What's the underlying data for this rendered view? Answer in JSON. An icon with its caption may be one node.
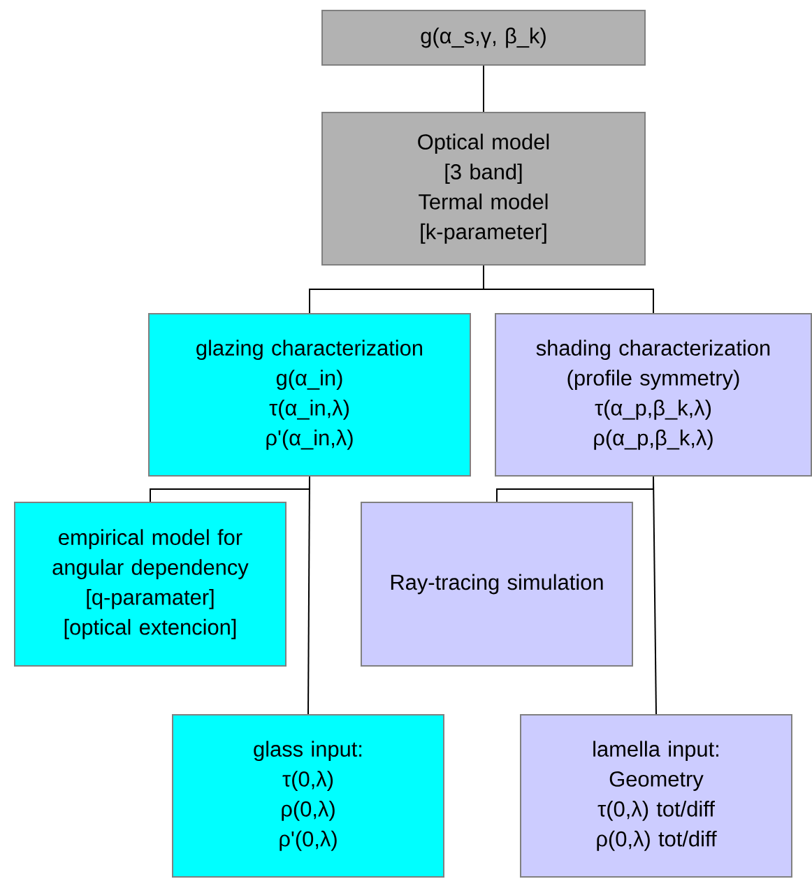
{
  "diagram": {
    "nodes": [
      {
        "text": [
          "g(α_s,γ, β_k)"
        ]
      },
      {
        "text": [
          "Optical model",
          "[3 band]",
          "Termal model",
          "[k-parameter]"
        ]
      },
      {
        "text": [
          "glazing characterization",
          "g(α_in)",
          "τ(α_in,λ)",
          "ρ'(α_in,λ)"
        ]
      },
      {
        "text": [
          "shading characterization (profile symmetry)",
          "τ(α_p,β_k,λ)",
          "ρ(α_p,β_k,λ)"
        ]
      },
      {
        "text": [
          "empirical model for angular dependency",
          "[q-paramater]",
          "[optical extencion]"
        ]
      },
      {
        "text": [
          "Ray-tracing simulation"
        ]
      },
      {
        "text": [
          "glass input:",
          "τ(0,λ)",
          "ρ(0,λ)",
          "ρ'(0,λ)"
        ]
      },
      {
        "text": [
          "lamella input:",
          "Geometry",
          "τ(0,λ) tot/diff",
          "ρ(0,λ) tot/diff"
        ]
      }
    ],
    "edges": [
      {
        "from": 0,
        "to": 1,
        "arrow": "none"
      },
      {
        "from": 1,
        "to": 2,
        "arrow": "none"
      },
      {
        "from": 1,
        "to": 3,
        "arrow": "none"
      },
      {
        "from": 2,
        "to": 4,
        "arrow": "none"
      },
      {
        "from": 2,
        "to": 6,
        "arrow": "none"
      },
      {
        "from": 3,
        "to": 5,
        "arrow": "none"
      },
      {
        "from": 3,
        "to": 7,
        "arrow": "none"
      }
    ]
  }
}
